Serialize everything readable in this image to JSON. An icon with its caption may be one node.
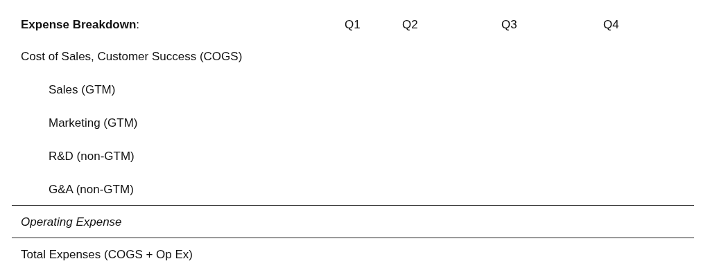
{
  "diagram": {
    "labels": [
      "**Expense Breakdown**:",
      "Q1",
      "Q2",
      "Q3",
      "Q4",
      "Cost of Sales, Customer Success (COGS)",
      "Sales (GTM)",
      "Marketing (GTM)",
      "R&D (non-GTM)",
      "G&A (non-GTM)",
      "Operating Expense",
      "Total Expenses (COGS + Op Ex)"
    ]
  }
}
